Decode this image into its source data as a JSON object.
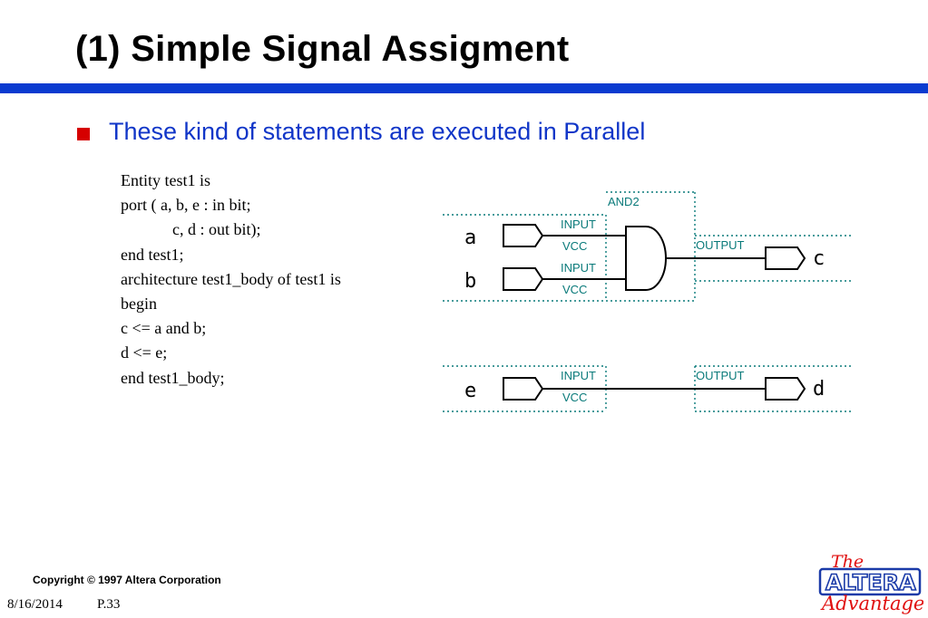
{
  "title": "(1) Simple Signal Assigment",
  "bullet": "These kind of statements are executed in Parallel",
  "code_lines": [
    "Entity test1 is",
    "port ( a, b, e : in bit;",
    "c, d : out bit);",
    "end test1;",
    "architecture test1_body of test1 is",
    "begin",
    "c <= a and b;",
    "d <= e;",
    "end test1_body;"
  ],
  "schematic": {
    "gate_label": "AND2",
    "input_label": "INPUT",
    "vcc_label": "VCC",
    "output_label": "OUTPUT",
    "pins": {
      "a": "a",
      "b": "b",
      "c": "c",
      "d": "d",
      "e": "e"
    }
  },
  "footer": {
    "copyright": "Copyright © 1997 Altera Corporation",
    "date": "8/16/2014",
    "page": "P.33"
  },
  "logo": {
    "the": "The",
    "brand": "ALTERA",
    "tagline": "Advantage"
  },
  "colors": {
    "title_rule": "#0a3bd0",
    "bullet_text": "#1136c8",
    "bullet_mark": "#d60000",
    "schematic_label": "#0a7a7a",
    "logo_red": "#e01010",
    "logo_blue": "#1a3aa8"
  }
}
